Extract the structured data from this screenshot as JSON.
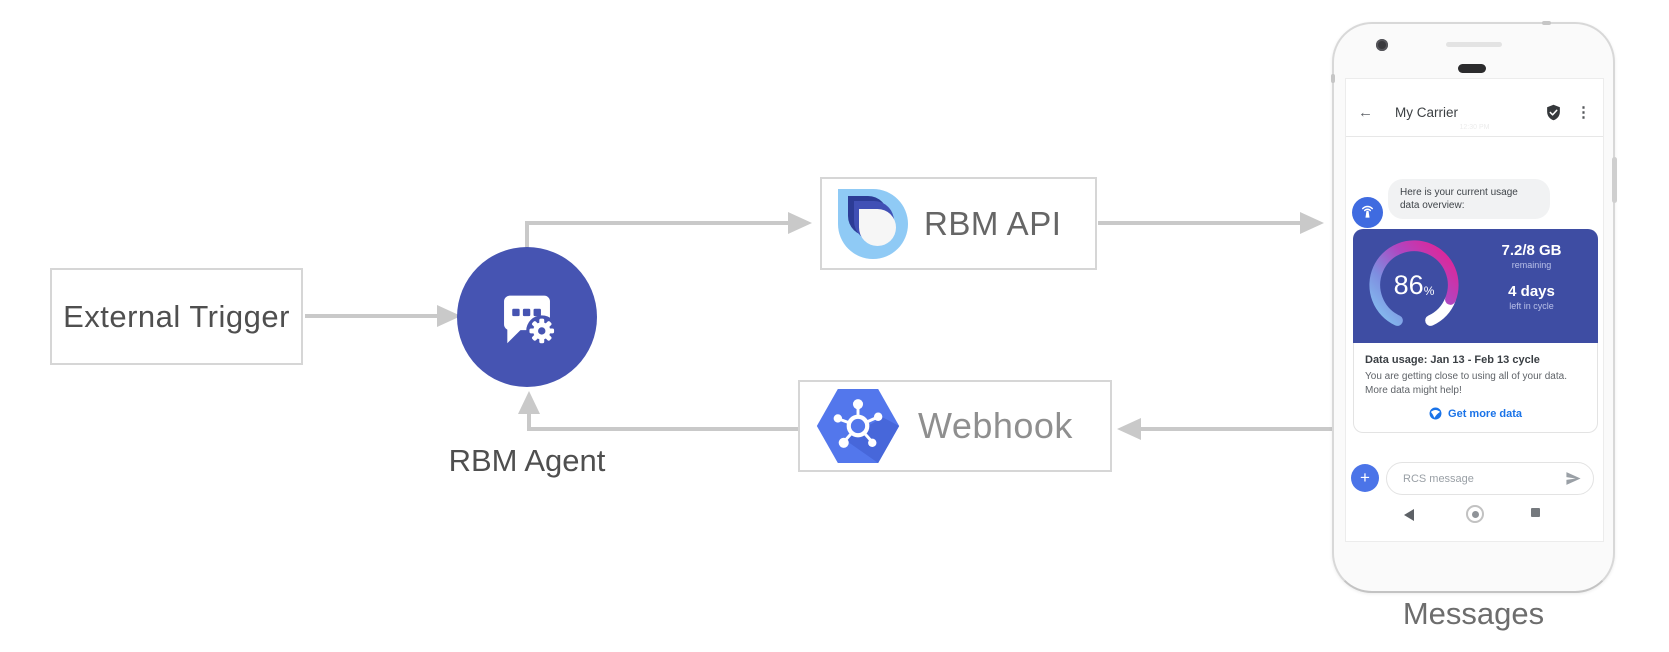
{
  "colors": {
    "arrow_gray": "#c9c9c9",
    "agent_blue": "#4654b2",
    "hexagon_blue": "#5377ec",
    "logo_light_blue": "#8fcaf5",
    "logo_dark_blue": "#2c3c96",
    "card_blue": "#3e4da3",
    "gauge_gradient": [
      "#85c0f0",
      "#7e8ee0",
      "#b145c0",
      "#e62192"
    ],
    "gauge_remaining": "#ffffff",
    "link_blue": "#1a73e8",
    "avatar_blue": "#3f6be0",
    "compose_plus_blue": "#4b74e8"
  },
  "diagram": {
    "external_trigger_label": "External Trigger",
    "rbm_agent_label": "RBM Agent",
    "rbm_api_label": "RBM API",
    "webhook_label": "Webhook",
    "phone_caption": "Messages"
  },
  "phone": {
    "header": {
      "back_glyph": "←",
      "title": "My Carrier",
      "menu_glyph": "⋮"
    },
    "timestamp": "12:30 PM",
    "chat": {
      "agent_message": "Here is your current usage data overview:",
      "usage_card": {
        "percent_value": "86",
        "percent_symbol": "%",
        "remaining_value": "7.2/8 GB",
        "remaining_label": "remaining",
        "days_value": "4 days",
        "days_label": "left in cycle",
        "title": "Data usage: Jan 13 - Feb 13 cycle",
        "body": "You are getting close to using all of your data. More data might help!",
        "action_label": "Get more data"
      }
    },
    "compose": {
      "plus_glyph": "+",
      "placeholder": "RCS message"
    }
  }
}
